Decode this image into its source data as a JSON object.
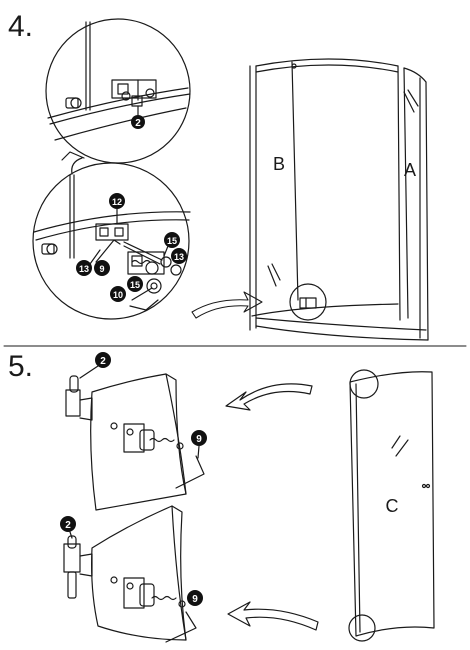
{
  "steps": [
    {
      "number": "4."
    },
    {
      "number": "5."
    }
  ],
  "panel_labels": {
    "a": "A",
    "b": "B",
    "c": "C"
  },
  "callouts": {
    "c2": "2",
    "c9": "9",
    "c10": "10",
    "c12": "12",
    "c13": "13",
    "c15": "15"
  },
  "colors": {
    "line": "#1a1a1a",
    "callout_fill": "#111111",
    "callout_text": "#ffffff"
  }
}
